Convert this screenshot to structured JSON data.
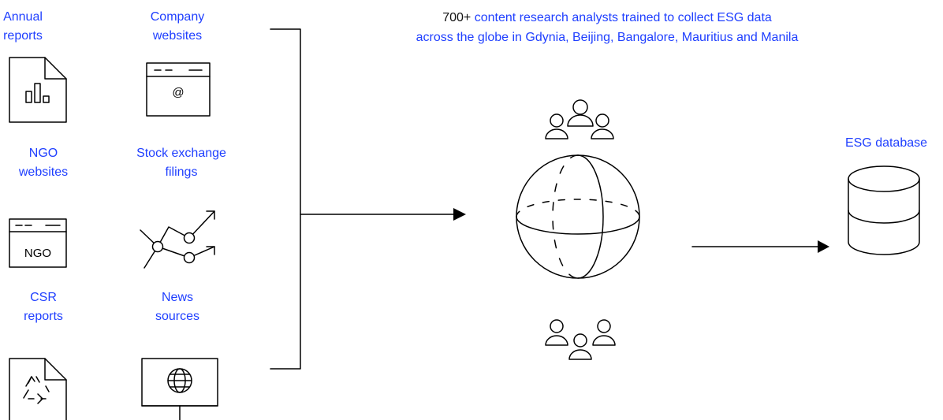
{
  "colors": {
    "accent": "#1f3fff",
    "stroke": "#000000",
    "text": "#111111"
  },
  "sources": {
    "annual_reports": "Annual\nreports",
    "company_websites": "Company\nwebsites",
    "ngo_websites": "NGO\nwebsites",
    "stock_exchange_filings": "Stock exchange\nfilings",
    "csr_reports": "CSR\nreports",
    "news_sources": "News\nsources"
  },
  "icons": {
    "annual_reports": "document-chart-icon",
    "company_websites": "browser-at-icon",
    "ngo_websites": "browser-ngo-icon",
    "stock_exchange_filings": "trend-lines-icon",
    "csr_reports": "document-recycle-icon",
    "news_sources": "globe-screen-icon",
    "analysts": "people-group-icon",
    "globe": "globe-icon",
    "database": "database-icon"
  },
  "ngo_icon_text": "NGO",
  "company_icon_text": "@",
  "headline": {
    "count": "700+",
    "line1_rest": " content research analysts trained to collect ESG data",
    "line2": "across the globe in Gdynia, Beijing, Bangalore, Mauritius and Manila"
  },
  "destination": "ESG database"
}
